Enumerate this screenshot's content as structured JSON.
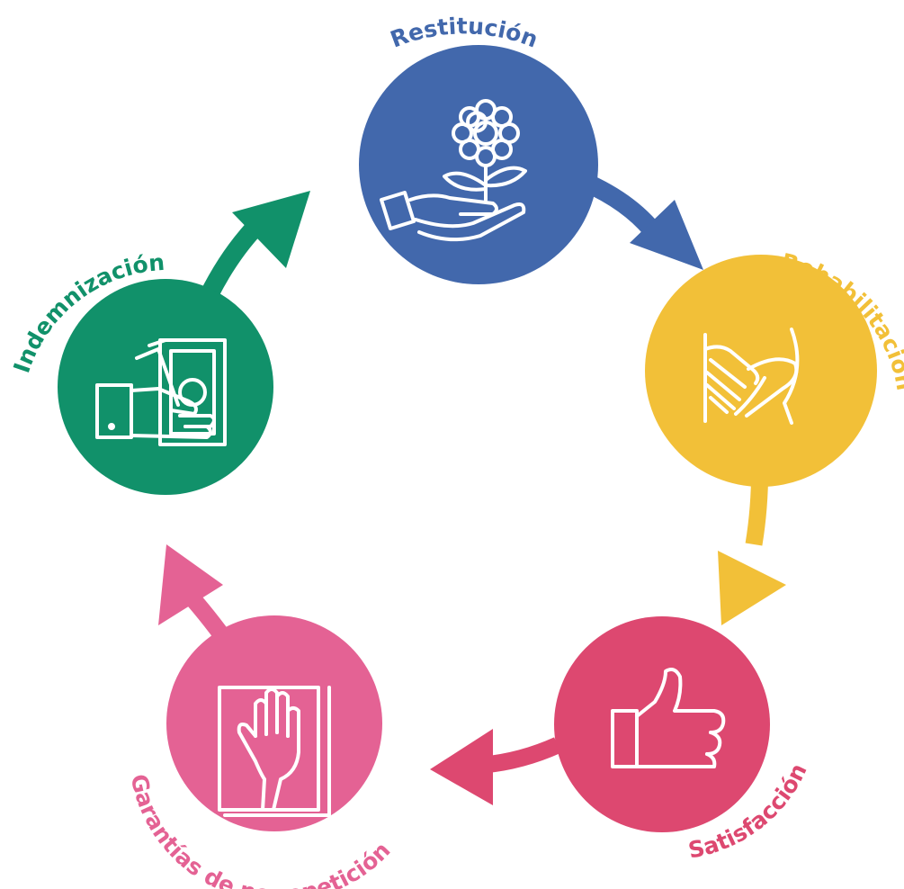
{
  "diagram": {
    "nodes": [
      {
        "id": "restitucion",
        "label": "Restitución",
        "icon": "hand-holding-flower-icon",
        "color": "#4268ac"
      },
      {
        "id": "rehabilitacion",
        "label": "Rehabilitación",
        "icon": "helping-hands-icon",
        "color": "#f2c038"
      },
      {
        "id": "satisfaccion",
        "label": "Satisfacción",
        "icon": "thumbs-up-icon",
        "color": "#dd4870"
      },
      {
        "id": "garantias",
        "label": "Garantías de no repetición",
        "icon": "hand-on-book-icon",
        "color": "#e46294"
      },
      {
        "id": "indemnizacion",
        "label": "Indemnización",
        "icon": "hand-with-money-icon",
        "color": "#11916a"
      }
    ]
  }
}
